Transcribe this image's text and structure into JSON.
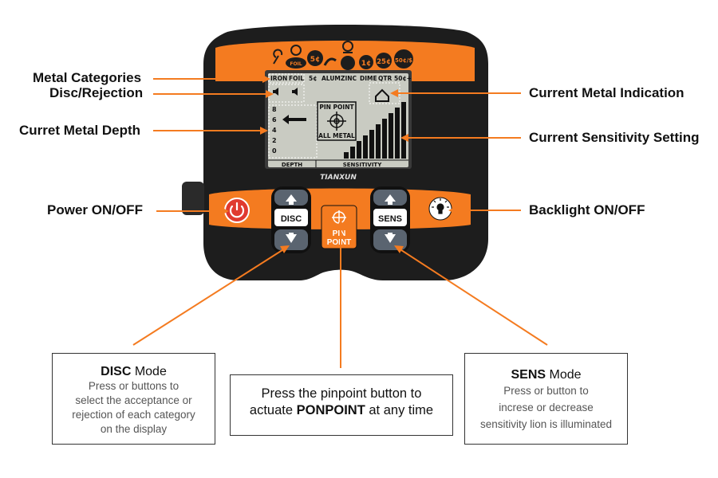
{
  "callouts": {
    "left": {
      "metal_categories": "Metal Categories",
      "disc_rejection": "Disc/Rejection",
      "metal_depth": "Curret Metal Depth",
      "power": "Power ON/OFF"
    },
    "right": {
      "metal_indication": "Current Metal Indication",
      "sensitivity_setting": "Current Sensitivity Setting",
      "backlight": "Backlight ON/OFF"
    }
  },
  "device": {
    "brand": "TIANXUN",
    "top_coin_labels": [
      "FOIL",
      "5¢",
      "1¢",
      "25¢",
      "50¢/$"
    ],
    "lcd": {
      "categories": [
        "IRON",
        "FOIL",
        "5¢",
        "ALUM",
        "ZINC",
        "DIME",
        "QTR",
        "50¢+"
      ],
      "depth_scale": [
        "8",
        "6",
        "4",
        "2",
        "0"
      ],
      "pinpoint_top": "PIN POINT",
      "pinpoint_bottom": "ALL METAL",
      "depth_label": "DEPTH",
      "sensitivity_label": "SENSITIVITY"
    },
    "buttons": {
      "disc": "DISC",
      "sens": "SENS",
      "pinpoint_line1": "PIN",
      "pinpoint_line2": "POINT"
    }
  },
  "boxes": {
    "disc": {
      "title_bold": "DISC",
      "title_rest": " Mode",
      "lines": [
        "Press      or      buttons to",
        "select the acceptance or",
        "rejection of each category",
        "on the display"
      ]
    },
    "pinpoint": {
      "line1": "Press the pinpoint button to",
      "line2_pre": "actuate ",
      "line2_bold": "PONPOINT",
      "line2_post": " at any time"
    },
    "sens": {
      "title_bold": "SENS",
      "title_rest": " Mode",
      "lines": [
        "Press      or      button to",
        "increse or decrease",
        "sensitivity lion is illuminated"
      ]
    }
  },
  "colors": {
    "orange": "#f47b20",
    "body": "#1e1e1e",
    "lcd": "#c9cbc2"
  }
}
